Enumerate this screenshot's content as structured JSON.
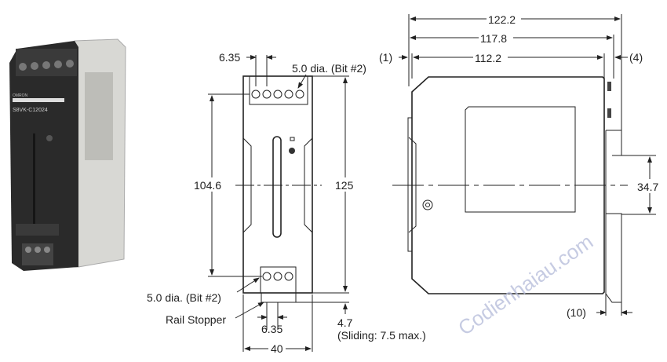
{
  "product_photo": {
    "model_label": "S8VK-C12024",
    "brand_label": "OMRON"
  },
  "front_view": {
    "pitch_top": "6.35",
    "screw_top": "5.0 dia. (Bit #2)",
    "height_terminals": "104.6",
    "height_total": "125",
    "screw_bottom": "5.0 dia. (Bit #2)",
    "rail_stopper": "Rail Stopper",
    "pitch_bottom": "6.35",
    "stopper_offset": "4.7",
    "stopper_sliding": "(Sliding: 7.5 max.)",
    "width": "40"
  },
  "side_view": {
    "depth_total": "122.2",
    "depth_mid": "117.8",
    "depth_body": "112.2",
    "offset_left": "(1)",
    "offset_right": "(4)",
    "rail_height": "34.7",
    "rail_offset": "(10)"
  },
  "watermark": "Codienhaiau.com",
  "colors": {
    "line": "#222222",
    "watermark": "#b8bfdc",
    "product_body": "#2a2a2a",
    "product_side": "#d8d8d4"
  }
}
